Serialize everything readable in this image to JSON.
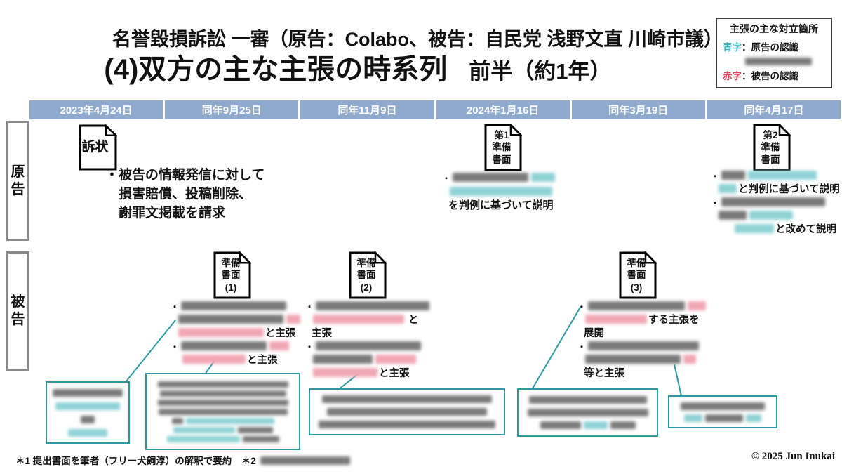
{
  "colors": {
    "teal": "#2e99a3",
    "teal_text": "#3fb3b8",
    "red_text": "#e0485e",
    "header_blue": "#8faacd",
    "redact_dark": "#7a7a7a",
    "redact_red": "#f1a6b4",
    "redact_teal": "#8fd2d6",
    "label_border": "#8a8a8a"
  },
  "title": {
    "line1": "名誉毀損訴訟 一審（原告：Colabo、被告：自民党 浅野文直 川崎市議）",
    "line2_main": "(4)双方の主な主張の時系列",
    "line2_suffix": "　前半（約1年）"
  },
  "legend": {
    "title": "主張の主な対立箇所",
    "blue_label": "青字",
    "blue_desc": "：原告の認識",
    "red_label": "赤字",
    "red_desc": "：被告の認識"
  },
  "timeline": {
    "dates": [
      "2023年4月24日",
      "同年9月25日",
      "同年11月9日",
      "2024年1月16日",
      "同年3月19日",
      "同年4月17日"
    ]
  },
  "rows": {
    "plaintiff": "原\n告",
    "defendant": "被\n告"
  },
  "documents": {
    "complaint": "訴状",
    "prep1_p": "第1\n準備\n書面",
    "prep2_p": "第2\n準備\n書面",
    "prep1_d": "準備\n書面\n(1)",
    "prep2_d": "準備\n書面\n(2)",
    "prep3_d": "準備\n書面\n(3)"
  },
  "texts": {
    "bullet": "・",
    "p1": "・被告の情報発信に対して\n　損害賠償、投稿削除、\n　謝罪文掲載を請求",
    "p4_clear": "を判例に基づいて説明",
    "p6_clear1": "と判例に基づいて説明",
    "p6_clear2": "と改めて説明",
    "claim": "と主張",
    "d2_to": "と",
    "d2_claim": "主張",
    "d3_clear1": "する主張を",
    "d3_clear2": "展開",
    "d3_clear3": "等と主張"
  },
  "footer": {
    "note": "＊1 提出書面を筆者（フリー犬飼淳）の解釈で要約　＊2",
    "copyright": "© 2025 Jun Inukai"
  }
}
